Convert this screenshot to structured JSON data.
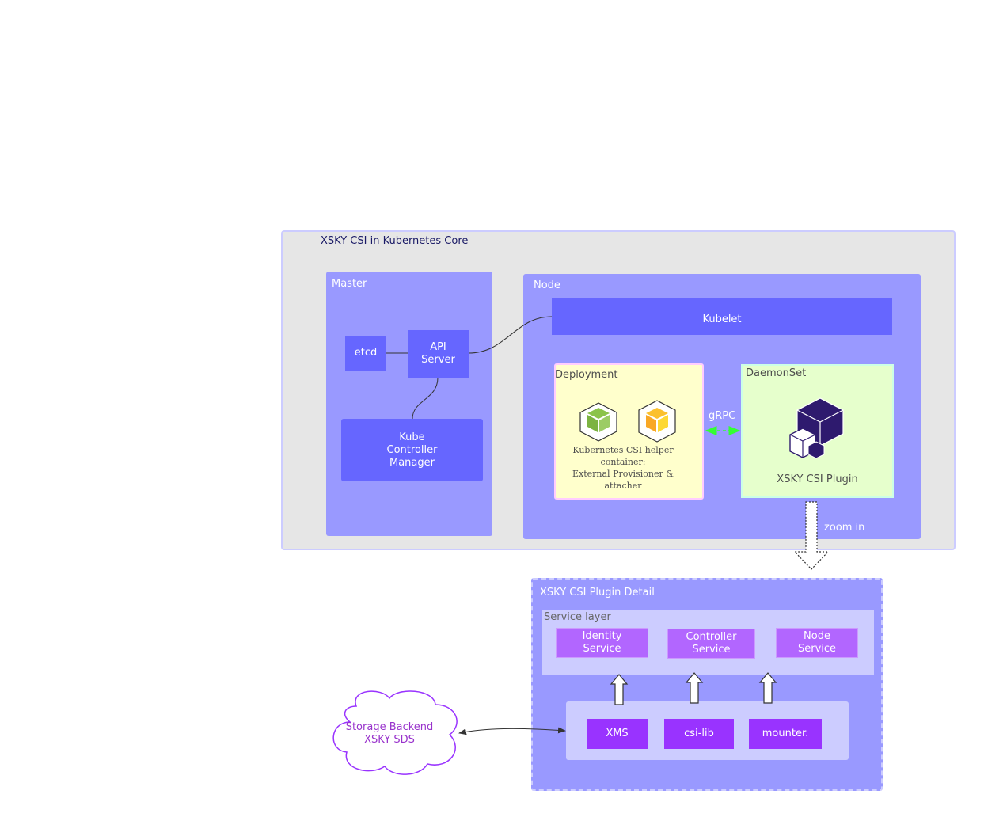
{
  "core": {
    "title": "XSKY CSI in Kubernetes Core"
  },
  "master": {
    "label": "Master",
    "etcd": "etcd",
    "api_server": "API\nServer",
    "kube_controller_manager": "Kube\nController\nManager"
  },
  "node": {
    "label": "Node",
    "kubelet": "Kubelet",
    "deployment": {
      "label": "Deployment",
      "caption": "Kubernetes CSI helper\ncontainer:\nExternal Provisioner &\nattacher"
    },
    "daemonset": {
      "label": "DaemonSet",
      "plugin": "XSKY CSI Plugin"
    },
    "grpc": "gRPC",
    "zoom_in": "zoom in"
  },
  "detail": {
    "title": "XSKY CSI Plugin Detail",
    "service_layer": {
      "label": "Service layer",
      "services": [
        "Identity\nService",
        "Controller\nService",
        "Node\nService"
      ]
    },
    "libs": [
      "XMS",
      "csi-lib",
      "mounter."
    ]
  },
  "storage": {
    "label": "Storage Backend\nXSKY SDS"
  },
  "colors": {
    "core_bg": "#e6e6e6",
    "container_bg": "#9999ff",
    "component_bg": "#6666ff",
    "deployment_bg": "#ffffcc",
    "daemonset_bg": "#e6ffcc",
    "service_bg": "#b266ff",
    "lib_bg": "#9933ff",
    "grpc_arrow": "#33ff33",
    "storage_stroke": "#9933ff"
  }
}
